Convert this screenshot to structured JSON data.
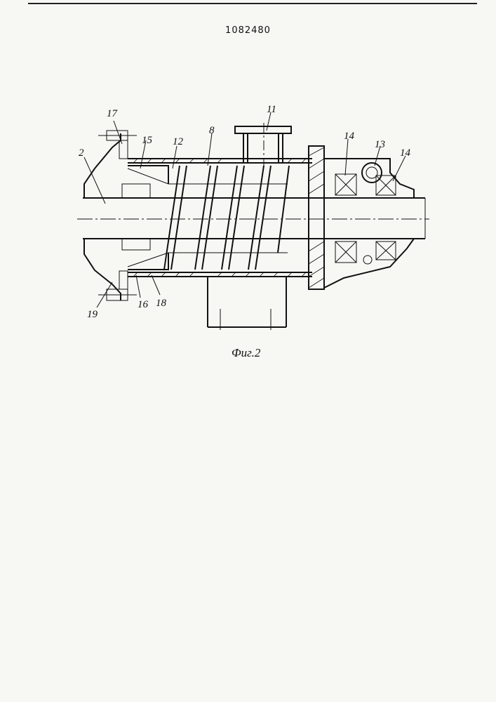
{
  "header": {
    "patent_number": "1082480"
  },
  "figure": {
    "caption": "Фиг.2",
    "callouts": [
      "17",
      "15",
      "12",
      "8",
      "11",
      "14",
      "13",
      "14",
      "2",
      "19",
      "16",
      "18"
    ]
  }
}
